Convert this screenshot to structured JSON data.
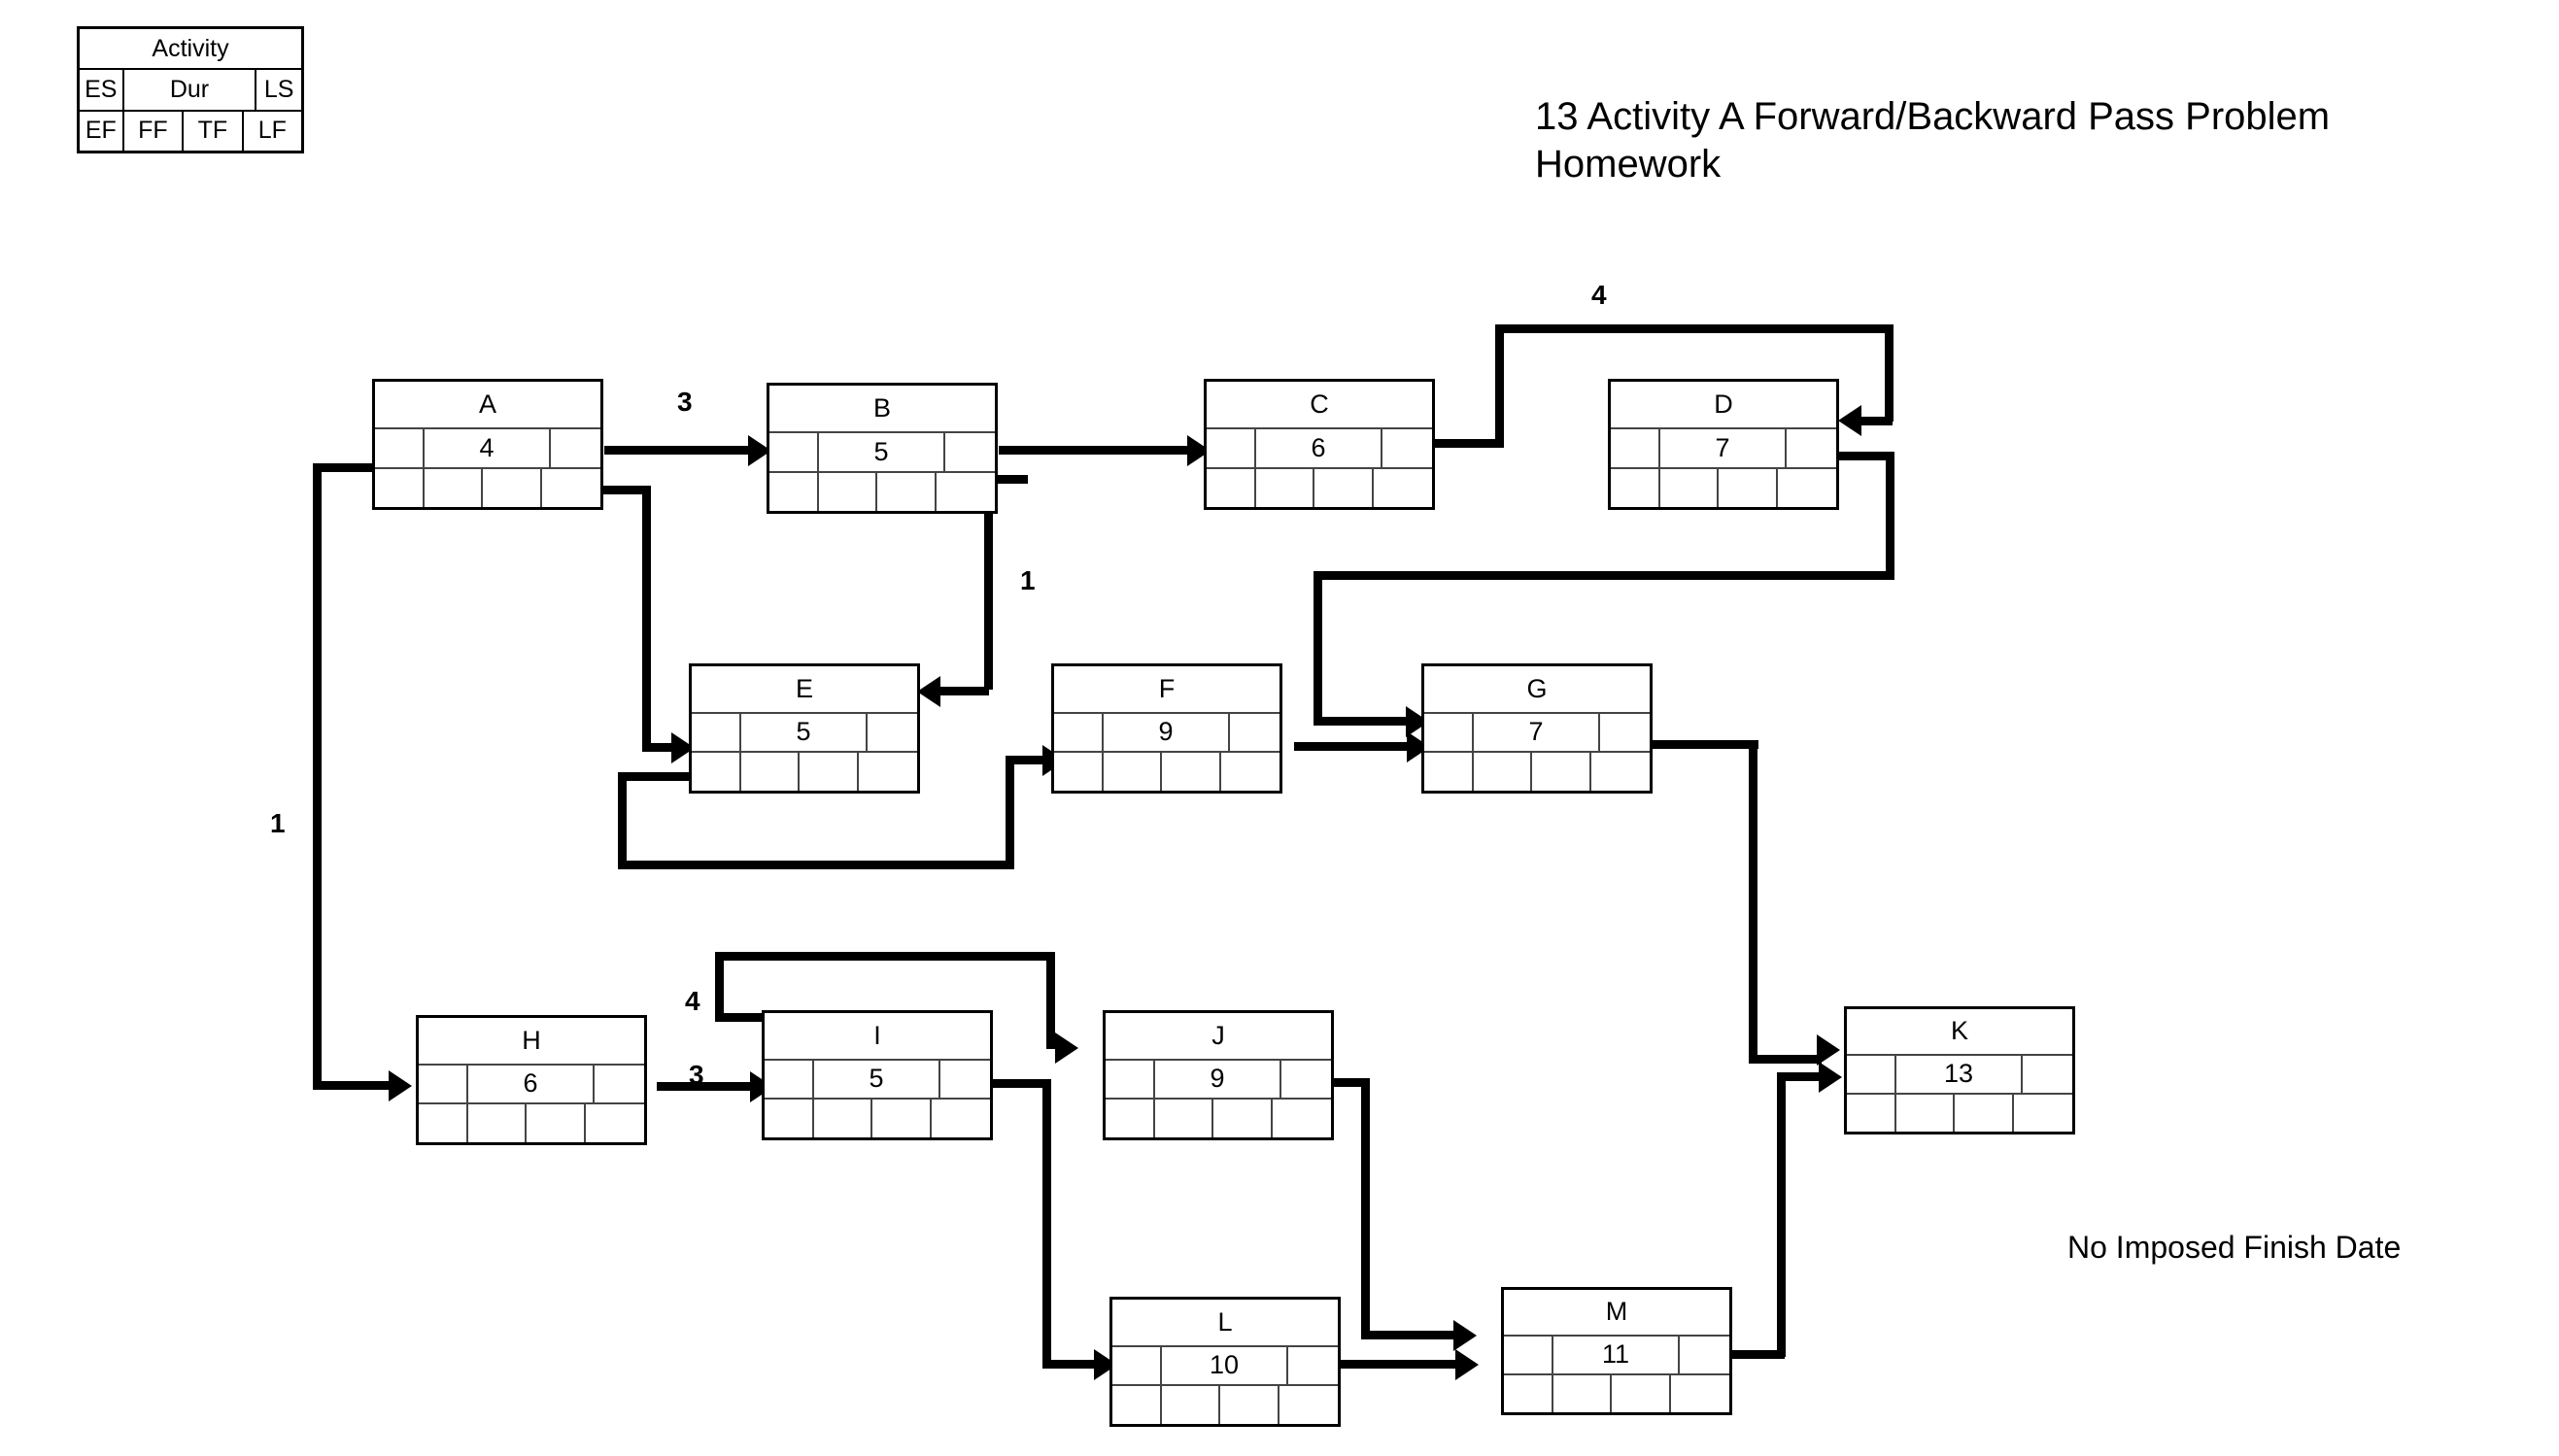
{
  "title": {
    "line1": "13 Activity A Forward/Backward Pass Problem",
    "line2": "Homework"
  },
  "footnote": "No Imposed Finish Date",
  "legend": {
    "name": "Activity",
    "row2": {
      "es": "ES",
      "dur": "Dur",
      "ls": "LS"
    },
    "row3": {
      "ef": "EF",
      "ff": "FF",
      "tf": "TF",
      "lf": "LF"
    }
  },
  "chart_data": {
    "type": "diagram",
    "subtype": "activity-on-node-network",
    "title": "13 Activity A Forward/Backward Pass Problem Homework",
    "note": "No Imposed Finish Date",
    "node_fields": [
      "ES",
      "Dur",
      "LS",
      "EF",
      "FF",
      "TF",
      "LF"
    ],
    "nodes": [
      {
        "id": "A",
        "label": "A",
        "duration": 4,
        "es": "",
        "ls": "",
        "ef": "",
        "ff": "",
        "tf": "",
        "lf": ""
      },
      {
        "id": "B",
        "label": "B",
        "duration": 5,
        "es": "",
        "ls": "",
        "ef": "",
        "ff": "",
        "tf": "",
        "lf": ""
      },
      {
        "id": "C",
        "label": "C",
        "duration": 6,
        "es": "",
        "ls": "",
        "ef": "",
        "ff": "",
        "tf": "",
        "lf": ""
      },
      {
        "id": "D",
        "label": "D",
        "duration": 7,
        "es": "",
        "ls": "",
        "ef": "",
        "ff": "",
        "tf": "",
        "lf": ""
      },
      {
        "id": "E",
        "label": "E",
        "duration": 5,
        "es": "",
        "ls": "",
        "ef": "",
        "ff": "",
        "tf": "",
        "lf": ""
      },
      {
        "id": "F",
        "label": "F",
        "duration": 9,
        "es": "",
        "ls": "",
        "ef": "",
        "ff": "",
        "tf": "",
        "lf": ""
      },
      {
        "id": "G",
        "label": "G",
        "duration": 7,
        "es": "",
        "ls": "",
        "ef": "",
        "ff": "",
        "tf": "",
        "lf": ""
      },
      {
        "id": "H",
        "label": "H",
        "duration": 6,
        "es": "",
        "ls": "",
        "ef": "",
        "ff": "",
        "tf": "",
        "lf": ""
      },
      {
        "id": "I",
        "label": "I",
        "duration": 5,
        "es": "",
        "ls": "",
        "ef": "",
        "ff": "",
        "tf": "",
        "lf": ""
      },
      {
        "id": "J",
        "label": "J",
        "duration": 9,
        "es": "",
        "ls": "",
        "ef": "",
        "ff": "",
        "tf": "",
        "lf": ""
      },
      {
        "id": "K",
        "label": "K",
        "duration": 13,
        "es": "",
        "ls": "",
        "ef": "",
        "ff": "",
        "tf": "",
        "lf": ""
      },
      {
        "id": "L",
        "label": "L",
        "duration": 10,
        "es": "",
        "ls": "",
        "ef": "",
        "ff": "",
        "tf": "",
        "lf": ""
      },
      {
        "id": "M",
        "label": "M",
        "duration": 11,
        "es": "",
        "ls": "",
        "ef": "",
        "ff": "",
        "tf": "",
        "lf": ""
      }
    ],
    "edges": [
      {
        "from": "A",
        "to": "B",
        "lag": "3"
      },
      {
        "from": "A",
        "to": "E",
        "lag": ""
      },
      {
        "from": "A",
        "to": "H",
        "lag": "1"
      },
      {
        "from": "B",
        "to": "C",
        "lag": ""
      },
      {
        "from": "B",
        "to": "E",
        "lag": "1"
      },
      {
        "from": "C",
        "to": "D",
        "lag": "4"
      },
      {
        "from": "D",
        "to": "G",
        "lag": ""
      },
      {
        "from": "E",
        "to": "F",
        "lag": ""
      },
      {
        "from": "F",
        "to": "G",
        "lag": ""
      },
      {
        "from": "G",
        "to": "K",
        "lag": ""
      },
      {
        "from": "H",
        "to": "I",
        "lag": "3"
      },
      {
        "from": "I",
        "to": "J",
        "lag": "4"
      },
      {
        "from": "I",
        "to": "L",
        "lag": ""
      },
      {
        "from": "J",
        "to": "M",
        "lag": ""
      },
      {
        "from": "L",
        "to": "M",
        "lag": ""
      },
      {
        "from": "M",
        "to": "K",
        "lag": ""
      }
    ],
    "lag_labels": [
      {
        "value": "3",
        "edge": "A-B"
      },
      {
        "value": "4",
        "edge": "C-D"
      },
      {
        "value": "1",
        "edge": "B-E"
      },
      {
        "value": "1",
        "edge": "A-H"
      },
      {
        "value": "4",
        "edge": "I-J"
      },
      {
        "value": "3",
        "edge": "H-I"
      }
    ]
  }
}
